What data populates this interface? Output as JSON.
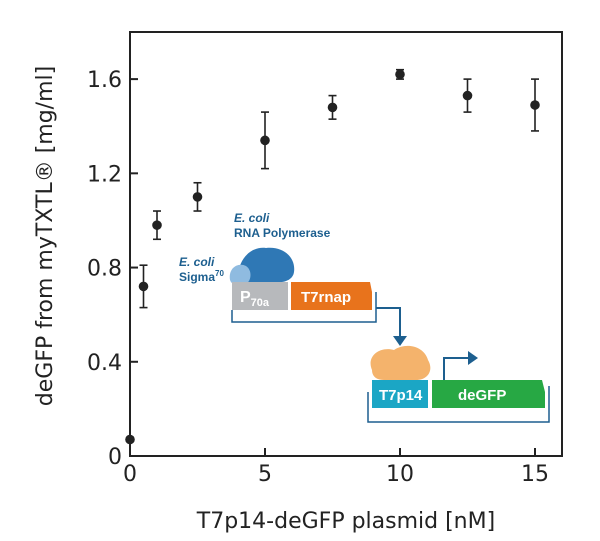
{
  "chart_data": {
    "type": "scatter",
    "xlabel": "T7p14-deGFP plasmid [nM]",
    "ylabel": "deGFP from myTXTL® [mg/ml]",
    "xlim": [
      0,
      16
    ],
    "ylim": [
      0,
      1.8
    ],
    "x_ticks": [
      0,
      5,
      10,
      15
    ],
    "y_ticks": [
      0,
      0.4,
      0.8,
      1.2,
      1.6
    ],
    "x_tick_labels": [
      "0",
      "5",
      "10",
      "15"
    ],
    "y_tick_labels": [
      "0",
      "0.4",
      "0.8",
      "1.2",
      "1.6"
    ],
    "grid": false,
    "points": [
      {
        "x": 0,
        "y": 0.07,
        "err": 0.0
      },
      {
        "x": 0.5,
        "y": 0.72,
        "err": 0.09
      },
      {
        "x": 1,
        "y": 0.98,
        "err": 0.06
      },
      {
        "x": 2.5,
        "y": 1.1,
        "err": 0.06
      },
      {
        "x": 5,
        "y": 1.34,
        "err": 0.12
      },
      {
        "x": 7.5,
        "y": 1.48,
        "err": 0.05
      },
      {
        "x": 10,
        "y": 1.62,
        "err": 0.02
      },
      {
        "x": 12.5,
        "y": 1.53,
        "err": 0.07
      },
      {
        "x": 15,
        "y": 1.49,
        "err": 0.11
      }
    ]
  },
  "inset": {
    "ecoli_top": "E. coli",
    "rna_polymerase": "RNA Polymerase",
    "ecoli_left": "E. coli",
    "sigma": "Sigma",
    "sigma_sup": "70",
    "promoter_p": "P",
    "promoter_sub": "70a",
    "t7rnap": "T7rnap",
    "t7p14": "T7p14",
    "degfp": "deGFP"
  },
  "colors": {
    "blue": "#2f78b5",
    "dark_blue": "#1d5f8f",
    "orange": "#e8731c",
    "light_orange": "#f4b36c",
    "teal": "#1ba6c5",
    "green": "#27a844",
    "gray": "#b7b9bc",
    "ink": "#222222"
  }
}
